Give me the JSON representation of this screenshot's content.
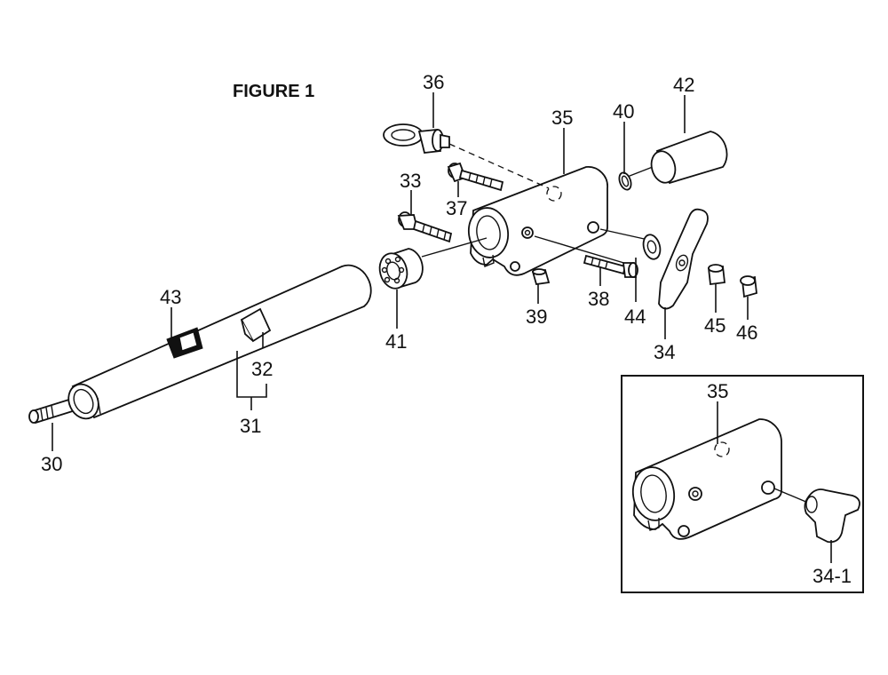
{
  "figure": {
    "title": "FIGURE 1"
  },
  "callouts": {
    "c30": "30",
    "c31": "31",
    "c32": "32",
    "c33": "33",
    "c34": "34",
    "c35": "35",
    "c36": "36",
    "c37": "37",
    "c38": "38",
    "c39": "39",
    "c40": "40",
    "c41": "41",
    "c42": "42",
    "c43": "43",
    "c44": "44",
    "c45": "45",
    "c46": "46"
  },
  "inset": {
    "c35": "35",
    "c34_1": "34-1"
  }
}
